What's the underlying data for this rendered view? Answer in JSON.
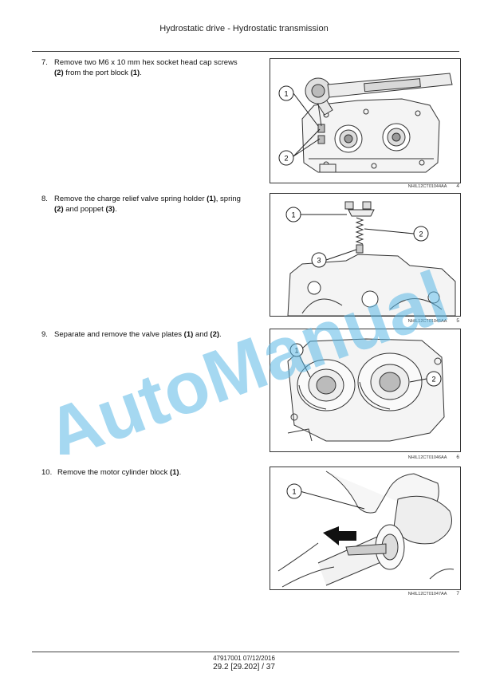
{
  "header": {
    "title": "Hydrostatic drive - Hydrostatic transmission"
  },
  "steps": [
    {
      "number": "7.",
      "text_a": "Remove two M6 x 10 mm hex socket head cap screws",
      "ref_a": "(2)",
      "text_b": " from the port block ",
      "ref_b": "(1)",
      "text_c": ".",
      "figure": {
        "code": "NHIL12CT01044AA",
        "number": "4",
        "callouts": [
          "1",
          "2"
        ]
      }
    },
    {
      "number": "8.",
      "text_a": "Remove the charge relief valve spring holder ",
      "ref_a": "(1)",
      "text_b": ", spring ",
      "ref_b": "(2)",
      "text_c": " and poppet ",
      "ref_c": "(3)",
      "text_d": ".",
      "figure": {
        "code": "NHIL12CT01045AA",
        "number": "5",
        "callouts": [
          "1",
          "2",
          "3"
        ]
      }
    },
    {
      "number": "9.",
      "text_a": "Separate and remove the valve plates ",
      "ref_a": "(1)",
      "text_b": " and ",
      "ref_b": "(2)",
      "text_c": ".",
      "figure": {
        "code": "NHIL12CT01046AA",
        "number": "6",
        "callouts": [
          "1",
          "2"
        ]
      }
    },
    {
      "number": "10.",
      "text_a": "Remove the motor cylinder block ",
      "ref_a": "(1)",
      "text_b": ".",
      "figure": {
        "code": "NHIL12CT01047AA",
        "number": "7",
        "callouts": [
          "1"
        ]
      }
    }
  ],
  "watermark": {
    "text": "AutoManual",
    "color": "#5bb8e6"
  },
  "footer": {
    "doc_id": "47917001 07/12/2016",
    "page_ref": "29.2 [29.202] / 37"
  }
}
